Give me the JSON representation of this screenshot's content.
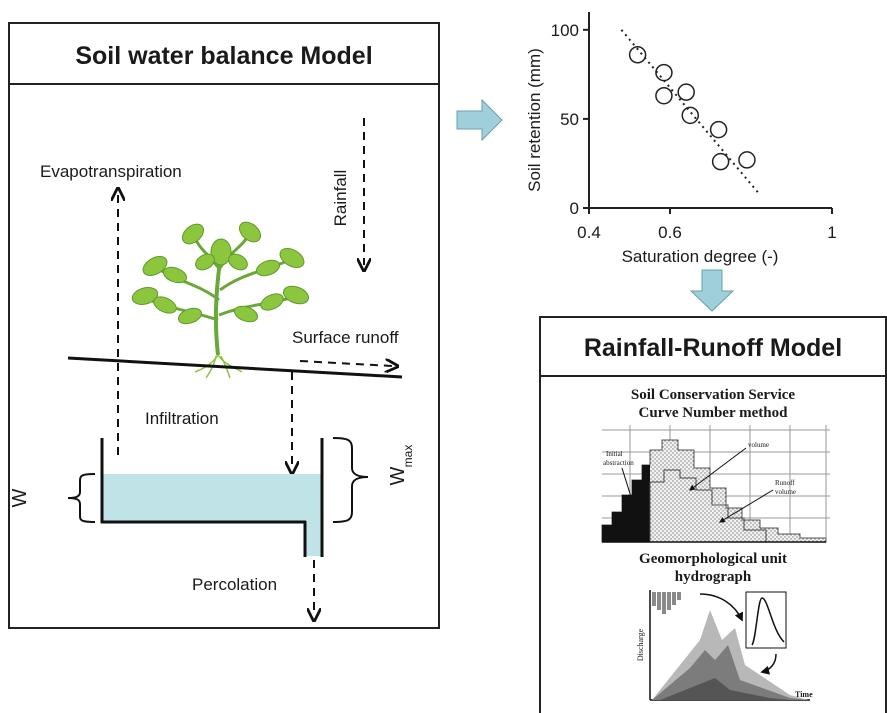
{
  "soil_model": {
    "title": "Soil water balance Model",
    "labels": {
      "evapotranspiration": "Evapotranspiration",
      "rainfall": "Rainfall",
      "surface_runoff": "Surface runoff",
      "infiltration": "Infiltration",
      "w": "W",
      "wmax_main": "W",
      "wmax_sub": "max",
      "percolation": "Percolation"
    }
  },
  "runoff_model": {
    "title": "Rainfall-Runoff Model",
    "scs_title_line1": "Soil Conservation Service",
    "scs_title_line2": "Curve Number method",
    "scs_labels": {
      "initial_1": "Initial",
      "initial_2": "abstraction",
      "volume": "volume",
      "runoff_1": "Runoff",
      "runoff_2": "volume"
    },
    "giuh_title_line1": "Geomorphological unit",
    "giuh_title_line2": "hydrograph",
    "giuh_ylabel": "Discharge",
    "giuh_xlabel": "Time"
  },
  "chart_data": {
    "type": "scatter",
    "xlabel": "Saturation degree (-)",
    "ylabel": "Soil retention (mm)",
    "xlim": [
      0.4,
      1.0
    ],
    "ylim": [
      0,
      110
    ],
    "xticks": [
      "0.4",
      "0.6",
      "1"
    ],
    "xtick_values": [
      0.4,
      0.6,
      1.0
    ],
    "yticks": [
      "0",
      "50",
      "100"
    ],
    "ytick_values": [
      0,
      50,
      100
    ],
    "points": [
      {
        "x": 0.52,
        "y": 86
      },
      {
        "x": 0.585,
        "y": 76
      },
      {
        "x": 0.585,
        "y": 63
      },
      {
        "x": 0.64,
        "y": 65
      },
      {
        "x": 0.65,
        "y": 52
      },
      {
        "x": 0.72,
        "y": 44
      },
      {
        "x": 0.725,
        "y": 26
      },
      {
        "x": 0.79,
        "y": 27
      }
    ],
    "trendline": {
      "x": [
        0.48,
        0.82
      ],
      "y": [
        100,
        8
      ]
    }
  },
  "colors": {
    "water": "#bfe3e6",
    "arrow_fill": "#9fd0da",
    "leaf": "#8cc63f",
    "stem": "#6aa83a"
  }
}
